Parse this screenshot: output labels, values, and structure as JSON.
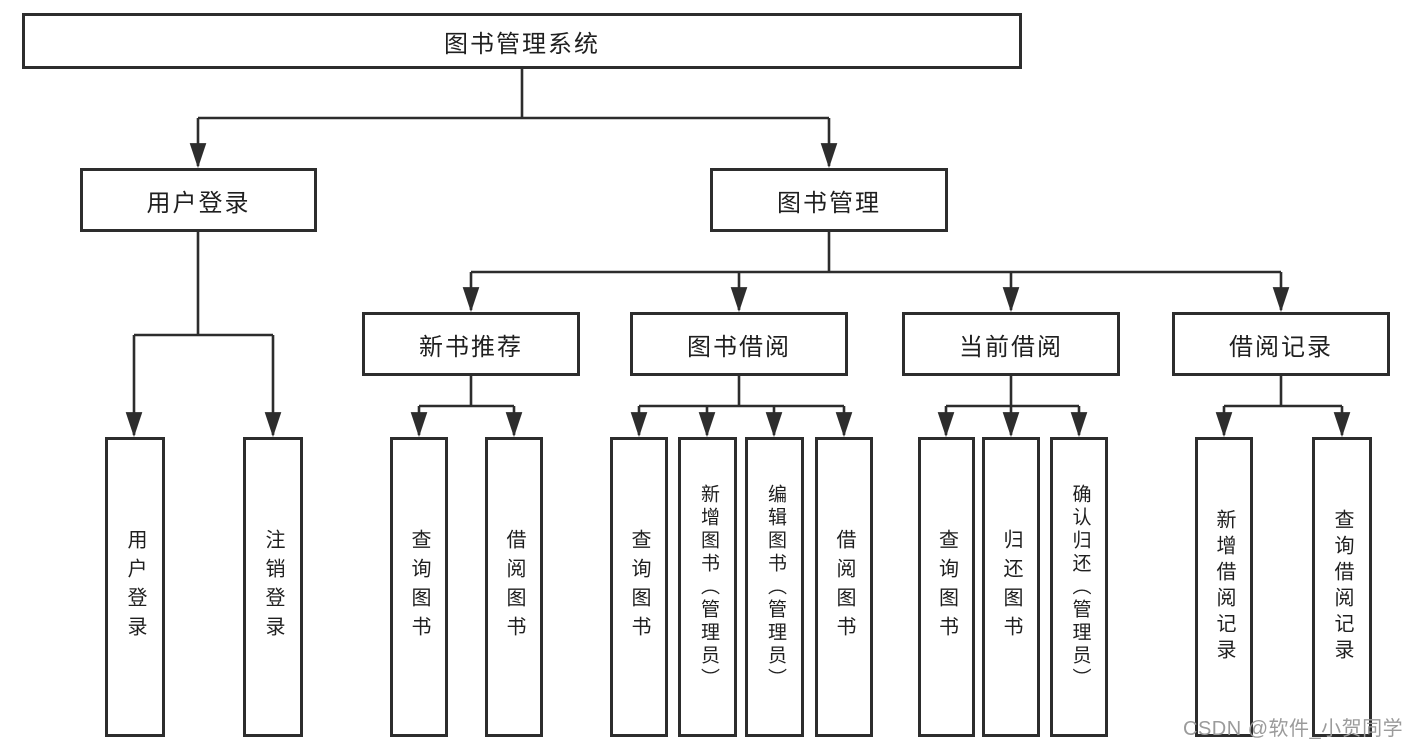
{
  "diagram": {
    "title": "图书管理系统",
    "branches": [
      {
        "label": "用户登录",
        "children": [
          "用户登录",
          "注销登录"
        ]
      },
      {
        "label": "图书管理",
        "children": [
          {
            "label": "新书推荐",
            "children": [
              "查询图书",
              "借阅图书"
            ]
          },
          {
            "label": "图书借阅",
            "children": [
              "查询图书",
              "新增图书（管理员）",
              "编辑图书（管理员）",
              "借阅图书"
            ]
          },
          {
            "label": "当前借阅",
            "children": [
              "查询图书",
              "归还图书",
              "确认归还（管理员）"
            ]
          },
          {
            "label": "借阅记录",
            "children": [
              "新增借阅记录",
              "查询借阅记录"
            ]
          }
        ]
      }
    ]
  },
  "watermark": {
    "text": "CSDN @软件_小贺同学"
  },
  "colors": {
    "line": "#2d2d2d",
    "text": "#1f1f1f",
    "background": "#ffffff",
    "watermark": "#9b9b9b"
  }
}
